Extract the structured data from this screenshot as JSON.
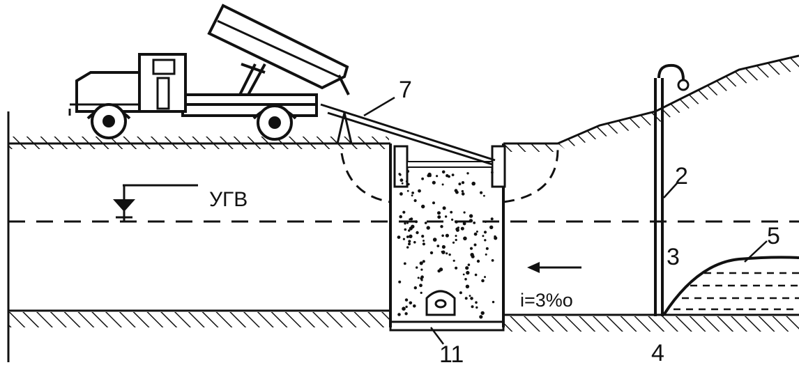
{
  "diagram": {
    "labels": {
      "ugv": "УГВ",
      "slope": "i=3%o",
      "n2": "2",
      "n3": "3",
      "n4": "4",
      "n5": "5",
      "n7": "7",
      "n11": "11"
    },
    "colors": {
      "ink": "#111111",
      "background": "#ffffff"
    }
  }
}
